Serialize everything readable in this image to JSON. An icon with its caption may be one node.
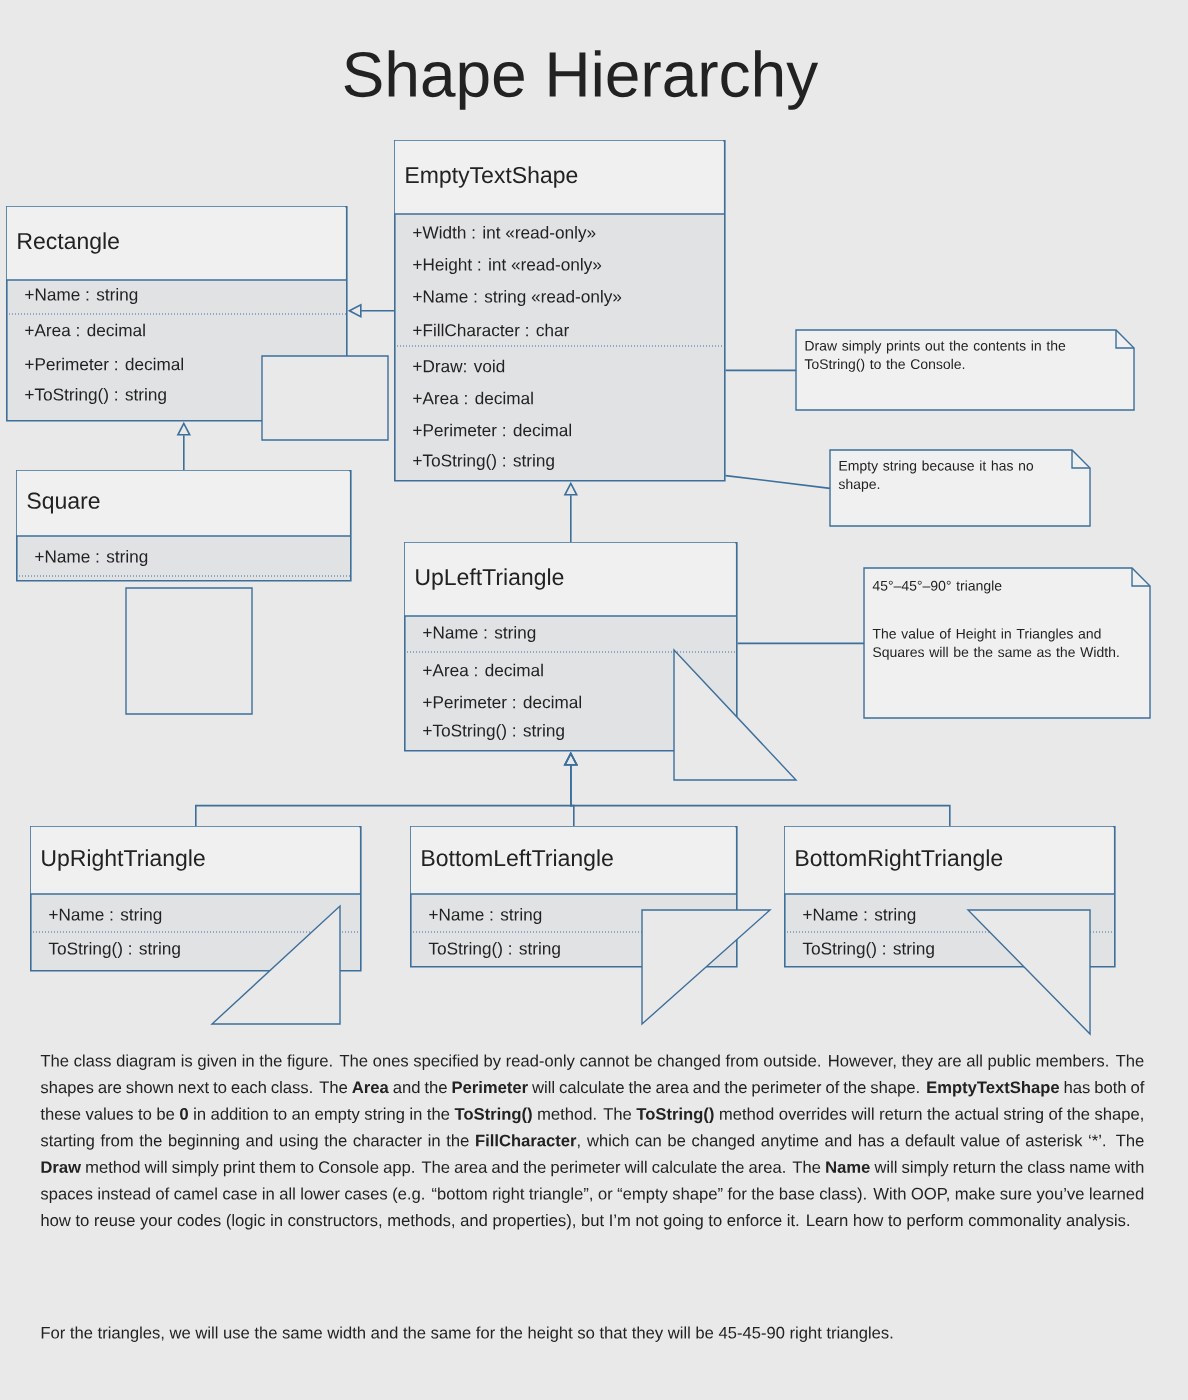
{
  "diagram": {
    "title": "Shape Hierarchy",
    "nodes": [
      {
        "text": [
          "Rectangle",
          "+Name : string",
          "+Area : decimal",
          "+Perimeter : decimal",
          "+ToString() : string"
        ]
      },
      {
        "text": [
          "EmptyTextShape",
          "+Width : int «read-only»",
          "+Height : int «read-only»",
          "+Name : string «read-only»",
          "+FillCharacter : char",
          "+Draw: void",
          "+Area : decimal",
          "+Perimeter : decimal",
          "+ToString() : string"
        ]
      },
      {
        "text": [
          "Square",
          "+Name : string"
        ]
      },
      {
        "text": [
          "UpLeftTriangle",
          "+Name : string",
          "+Area : decimal",
          "+Perimeter : decimal",
          "+ToString() : string"
        ]
      },
      {
        "text": [
          "UpRightTriangle",
          "+Name : string",
          "ToString() : string"
        ]
      },
      {
        "text": [
          "BottomLeftTriangle",
          "+Name : string",
          "ToString() : string"
        ]
      },
      {
        "text": [
          "BottomRightTriangle",
          "+Name : string",
          "ToString() : string"
        ]
      },
      {
        "text": [
          "Draw simply prints out the contents in the ToString() to the Console."
        ]
      },
      {
        "text": [
          "Empty string because it has no shape."
        ]
      },
      {
        "text": [
          "45°–45°–90° triangle",
          "The value of Height in Triangles and Squares will be the same as the Width."
        ]
      }
    ],
    "edges": [
      {
        "from": 1,
        "to": 0,
        "arrow": "to"
      },
      {
        "from": 2,
        "to": 0,
        "arrow": "to"
      },
      {
        "from": 3,
        "to": 1,
        "arrow": "to"
      },
      {
        "from": 4,
        "to": 3,
        "arrow": "to"
      },
      {
        "from": 5,
        "to": 3,
        "arrow": "to"
      },
      {
        "from": 6,
        "to": 3,
        "arrow": "to"
      },
      {
        "from": 7,
        "to": 1,
        "arrow": "none"
      },
      {
        "from": 8,
        "to": 1,
        "arrow": "none"
      },
      {
        "from": 9,
        "to": 3,
        "arrow": "none"
      }
    ],
    "labels": [
      "The class diagram is given in the figure. The ones specified by read-only cannot be changed from outside. However, they are all public members. The shapes are shown next to each class. The **Area** and the **Perimeter** will calculate the area and the perimeter of the shape. **EmptyTextShape** has both of these values to be **0** in addition to an empty string in the **ToString()** method. The **ToString()** method overrides will return the actual string of the shape, starting from the beginning and using the character in the **FillCharacter**, which can be changed anytime and has a default value of asterisk ‘*’. The **Draw** method will simply print them to Console app. The area and the perimeter will calculate the area. The **Name** will simply return the class name with spaces instead of camel case in all lower cases (e.g. “bottom right triangle”, or “empty shape” for the base class). With OOP, make sure you’ve learned how to reuse your codes (logic in constructors, methods, and properties), but I’m not going to enforce it. Learn how to perform commonality analysis.",
      "For the triangles, we will use the same width and the same for the height so that they will be 45-45-90 right triangles."
    ]
  }
}
